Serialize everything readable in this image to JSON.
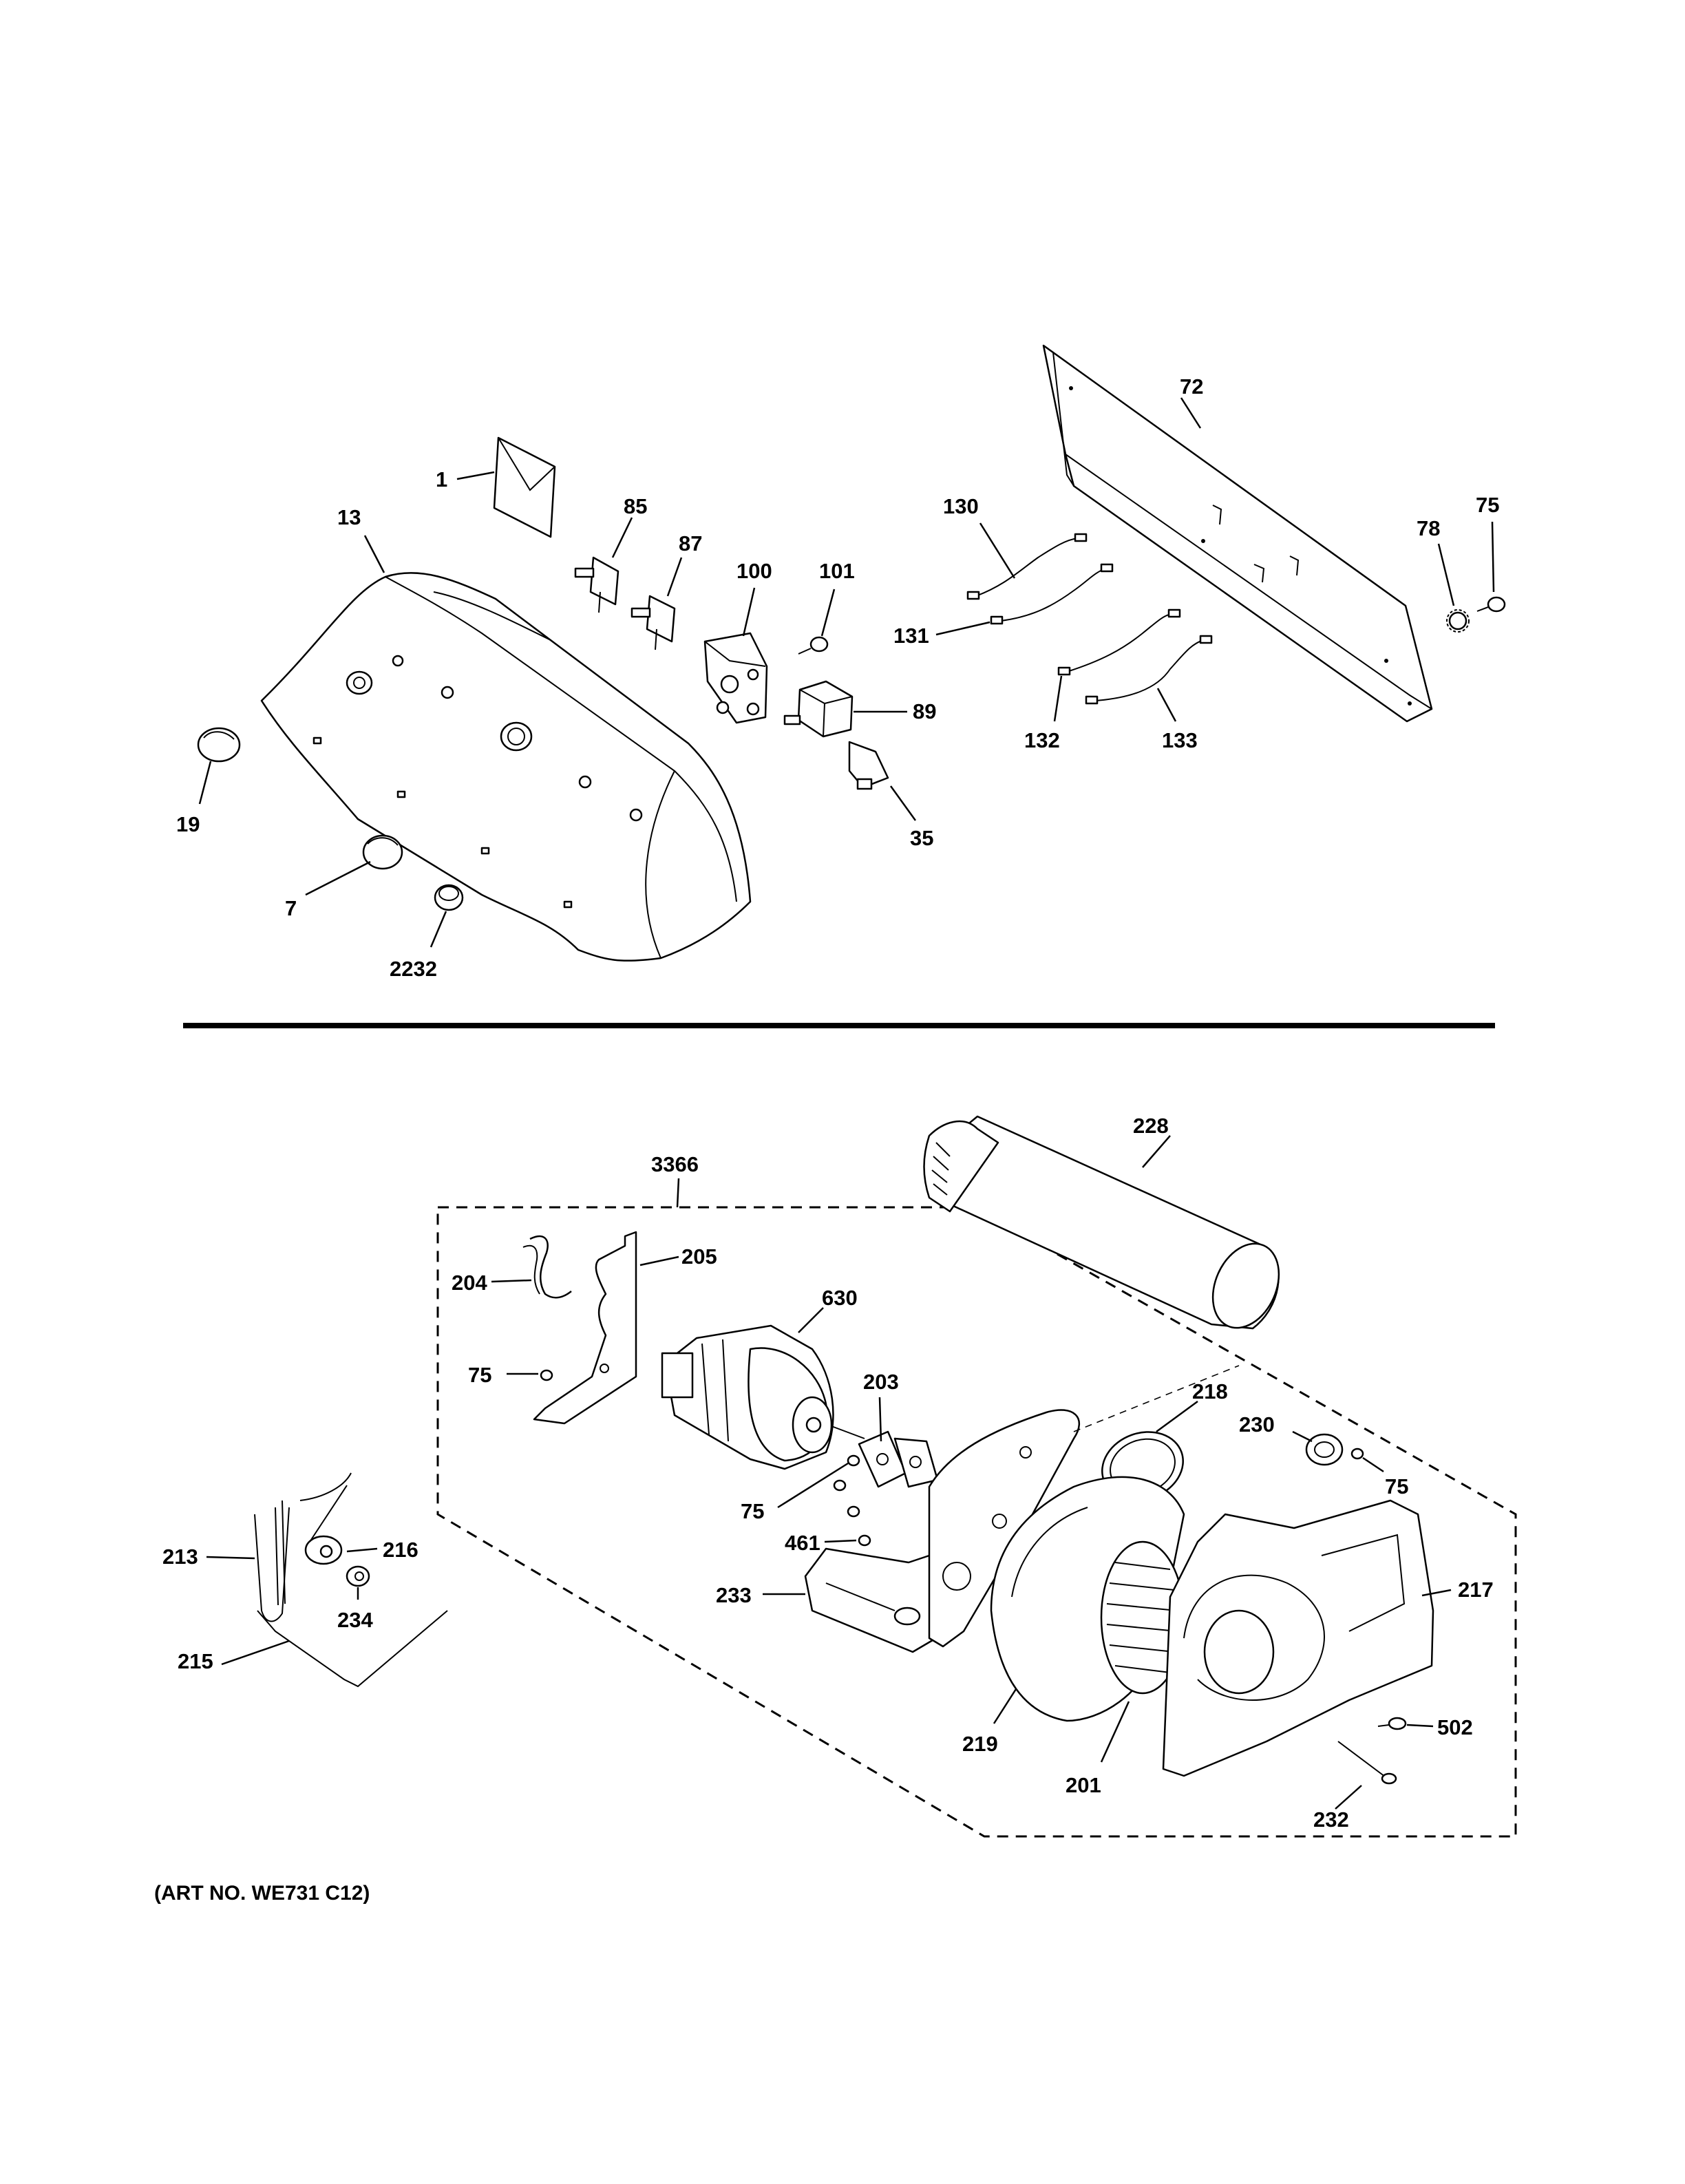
{
  "art_number": "(ART NO. WE731 C12)",
  "callouts": {
    "c1": "1",
    "c13": "13",
    "c19": "19",
    "c7": "7",
    "c2232": "2232",
    "c85": "85",
    "c87": "87",
    "c100": "100",
    "c101": "101",
    "c89": "89",
    "c35": "35",
    "c72": "72",
    "c75a": "75",
    "c78": "78",
    "c130": "130",
    "c131": "131",
    "c132": "132",
    "c133": "133",
    "c3366": "3366",
    "c228": "228",
    "c204": "204",
    "c205": "205",
    "c75b": "75",
    "c630": "630",
    "c203": "203",
    "c75c": "75",
    "c461": "461",
    "c233": "233",
    "c218": "218",
    "c230": "230",
    "c75d": "75",
    "c217": "217",
    "c502": "502",
    "c232": "232",
    "c219": "219",
    "c201": "201",
    "c213": "213",
    "c216": "216",
    "c234": "234",
    "c215": "215"
  }
}
